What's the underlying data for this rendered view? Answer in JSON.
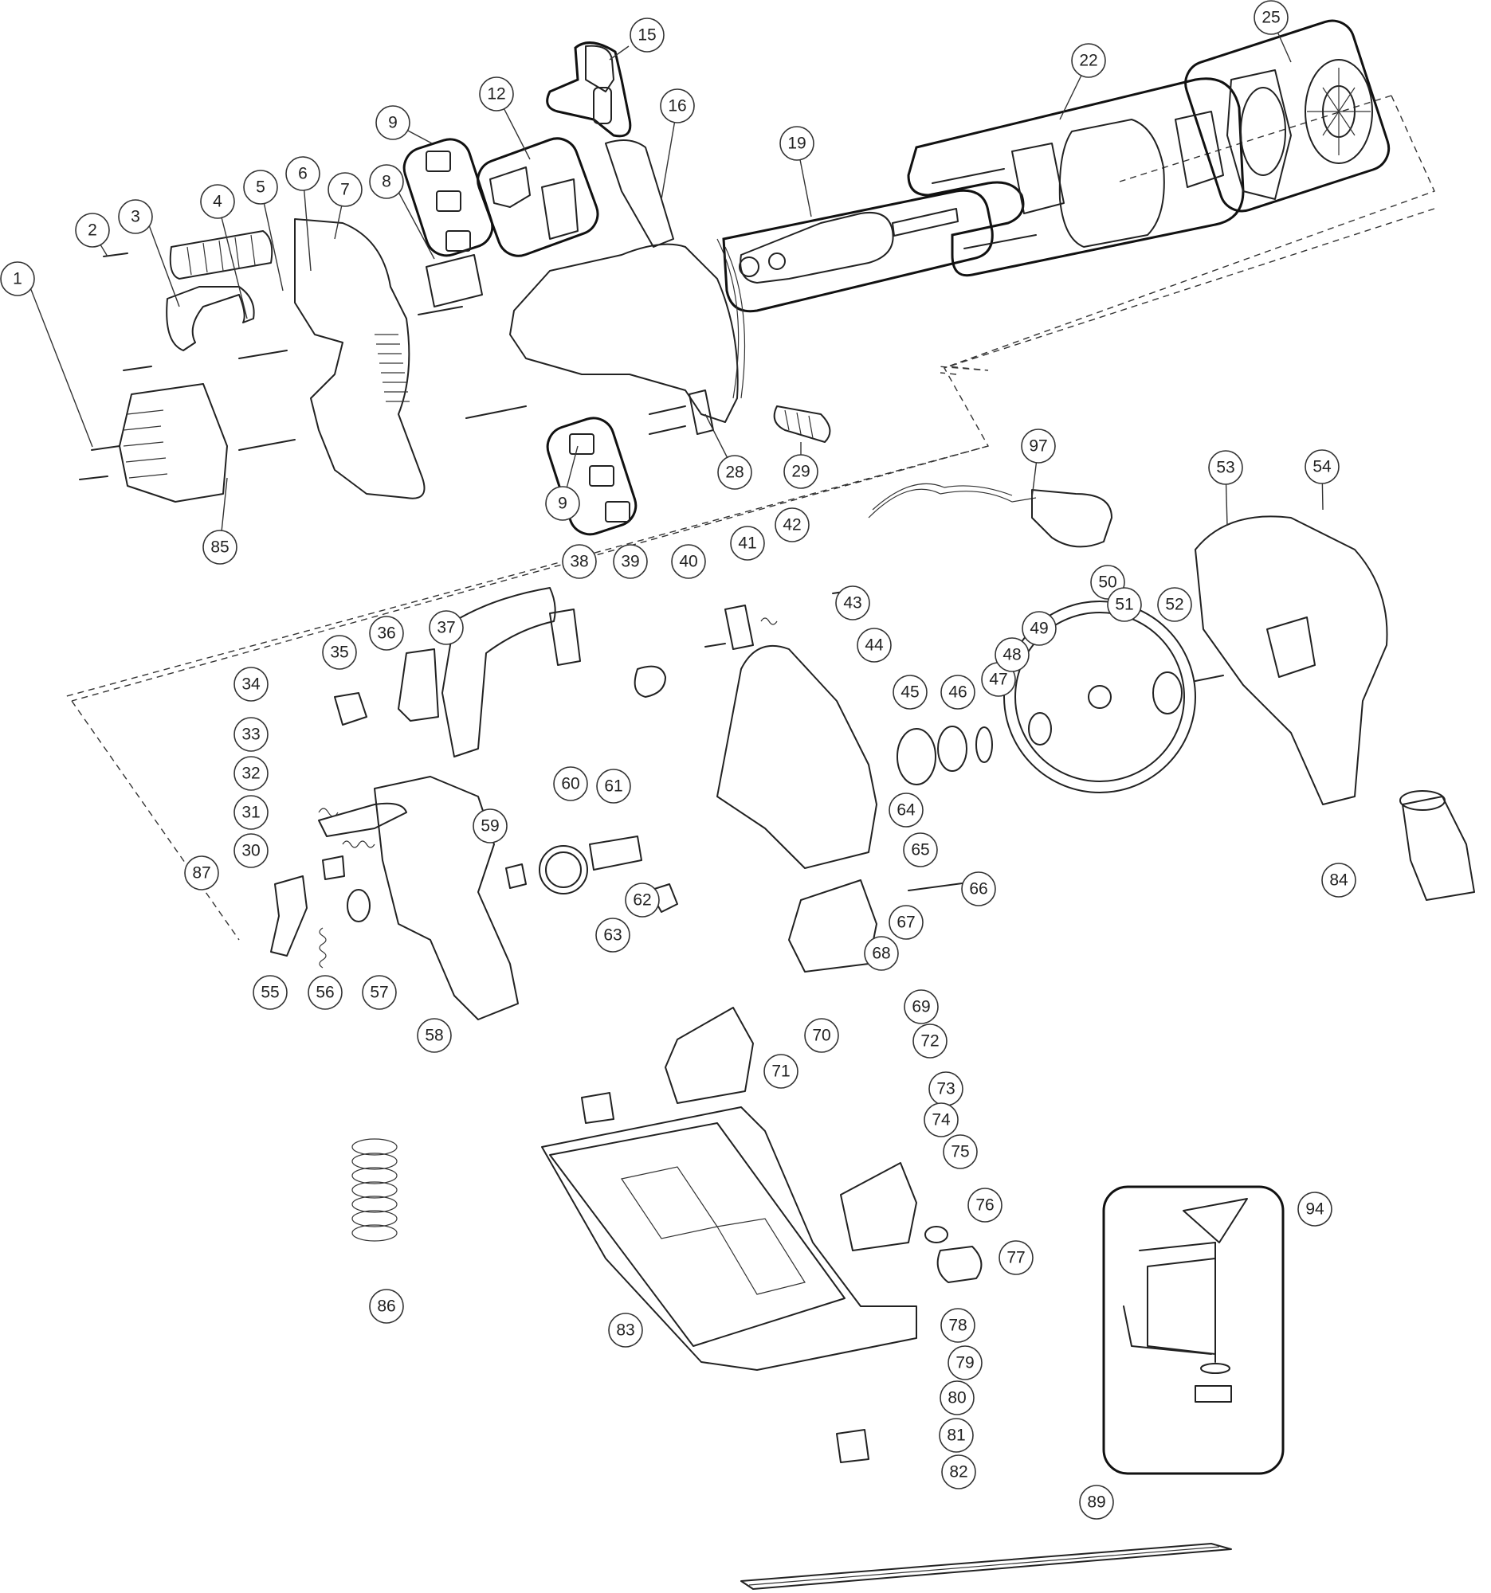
{
  "callouts": [
    "1",
    "2",
    "3",
    "4",
    "5",
    "6",
    "7",
    "8",
    "9",
    "9",
    "12",
    "15",
    "16",
    "19",
    "22",
    "25",
    "28",
    "29",
    "30",
    "31",
    "32",
    "33",
    "34",
    "35",
    "36",
    "37",
    "38",
    "39",
    "40",
    "41",
    "42",
    "43",
    "44",
    "45",
    "46",
    "47",
    "48",
    "49",
    "50",
    "51",
    "52",
    "53",
    "54",
    "55",
    "56",
    "57",
    "58",
    "59",
    "60",
    "61",
    "62",
    "63",
    "64",
    "65",
    "66",
    "67",
    "68",
    "69",
    "70",
    "71",
    "72",
    "73",
    "74",
    "75",
    "76",
    "77",
    "78",
    "79",
    "80",
    "81",
    "82",
    "83",
    "84",
    "85",
    "86",
    "87",
    "89",
    "94",
    "97"
  ]
}
